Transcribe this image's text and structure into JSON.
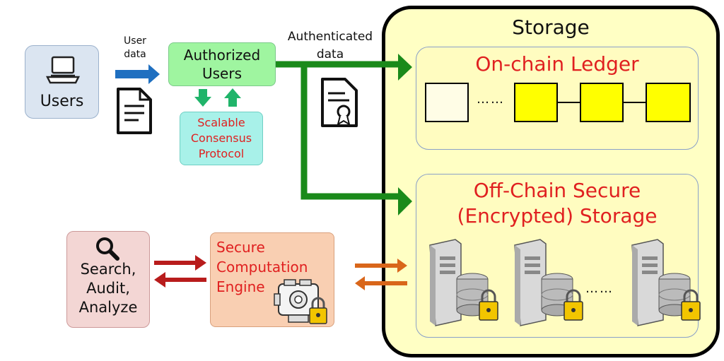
{
  "users": {
    "label": "Users"
  },
  "user_data": {
    "line1": "User",
    "line2": "data"
  },
  "authorized": {
    "line1": "Authorized",
    "line2": "Users"
  },
  "consensus": {
    "line1": "Scalable",
    "line2": "Consensus",
    "line3": "Protocol"
  },
  "authenticated": {
    "line1": "Authenticated",
    "line2": "data"
  },
  "storage": {
    "title": "Storage",
    "onchain_title": "On-chain Ledger",
    "onchain_dots": "……",
    "offchain_line1": "Off-Chain Secure",
    "offchain_line2": "(Encrypted) Storage",
    "server_dots": "……"
  },
  "search": {
    "line1": "Search,",
    "line2": "Audit,",
    "line3": "Analyze"
  },
  "sce": {
    "line1": "Secure",
    "line2": "Computation",
    "line3": "Engine"
  },
  "colors": {
    "green_arrow": "#1a8a1a",
    "blue_arrow": "#1f6fc0",
    "red_arrow": "#b81c1c",
    "orange_arrow": "#d9661a",
    "ledger_block": "#ffff00",
    "red_text": "#e02020"
  }
}
